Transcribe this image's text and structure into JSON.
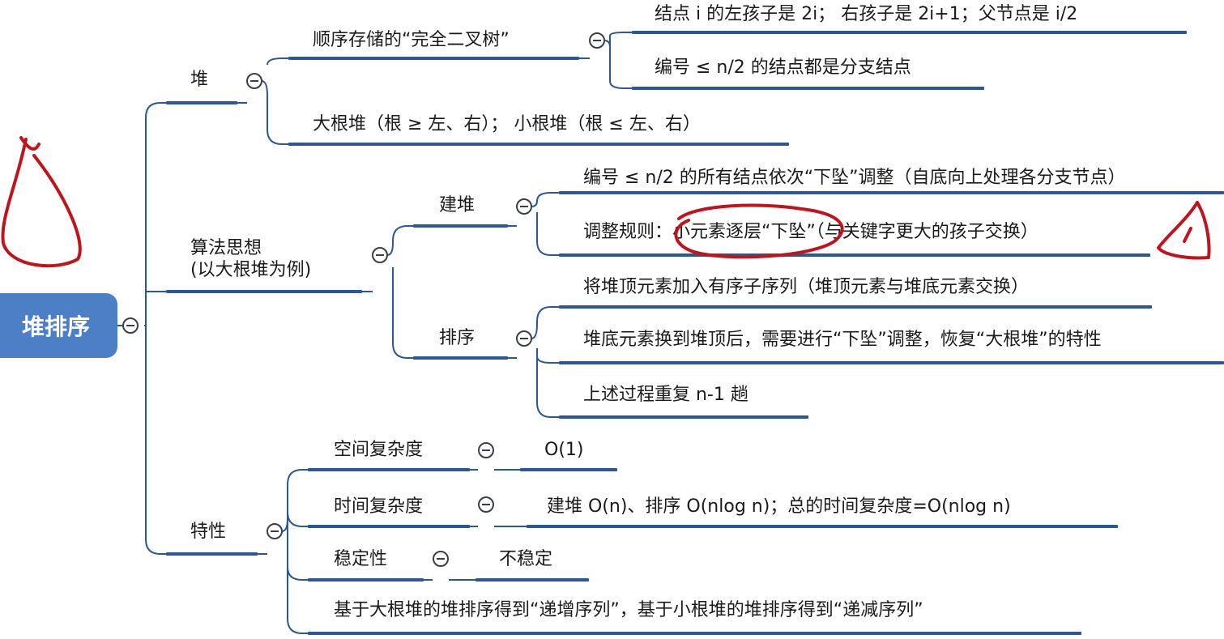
{
  "root": {
    "label": "堆排序"
  },
  "heap": {
    "label": "堆",
    "seq": {
      "label": "顺序存储的“完全二叉树”",
      "child1": "结点 i 的左孩子是 2i；  右孩子是 2i+1；父节点是 i/2",
      "child2": "编号 ≤ n/2 的结点都是分支结点"
    },
    "kinds": "大根堆（根 ≥ 左、右）；  小根堆（根 ≤ 左、右）"
  },
  "algo": {
    "label": "算法思想\n(以大根堆为例)",
    "build": {
      "label": "建堆",
      "c1": "编号 ≤ n/2 的所有结点依次“下坠”调整（自底向上处理各分支节点）",
      "c2": "调整规则：小元素逐层“下坠”（与关键字更大的孩子交换）"
    },
    "sort": {
      "label": "排序",
      "c1": "将堆顶元素加入有序子序列（堆顶元素与堆底元素交换）",
      "c2": "堆底元素换到堆顶后，需要进行“下坠”调整，恢复“大根堆”的特性",
      "c3": "上述过程重复 n-1 趟"
    }
  },
  "props": {
    "label": "特性",
    "space": {
      "label": "空间复杂度",
      "value": "O(1)"
    },
    "time": {
      "label": "时间复杂度",
      "value": "建堆 O(n)、排序 O(nlog n)；总的时间复杂度=O(nlog n)"
    },
    "stable": {
      "label": "稳定性",
      "value": "不稳定"
    },
    "note": "基于大根堆的堆排序得到“递增序列”，基于小根堆的堆排序得到“递减序列”"
  },
  "colors": {
    "line": "#2b5797",
    "root": "#4d7fc6",
    "ink": "#c0141c"
  }
}
